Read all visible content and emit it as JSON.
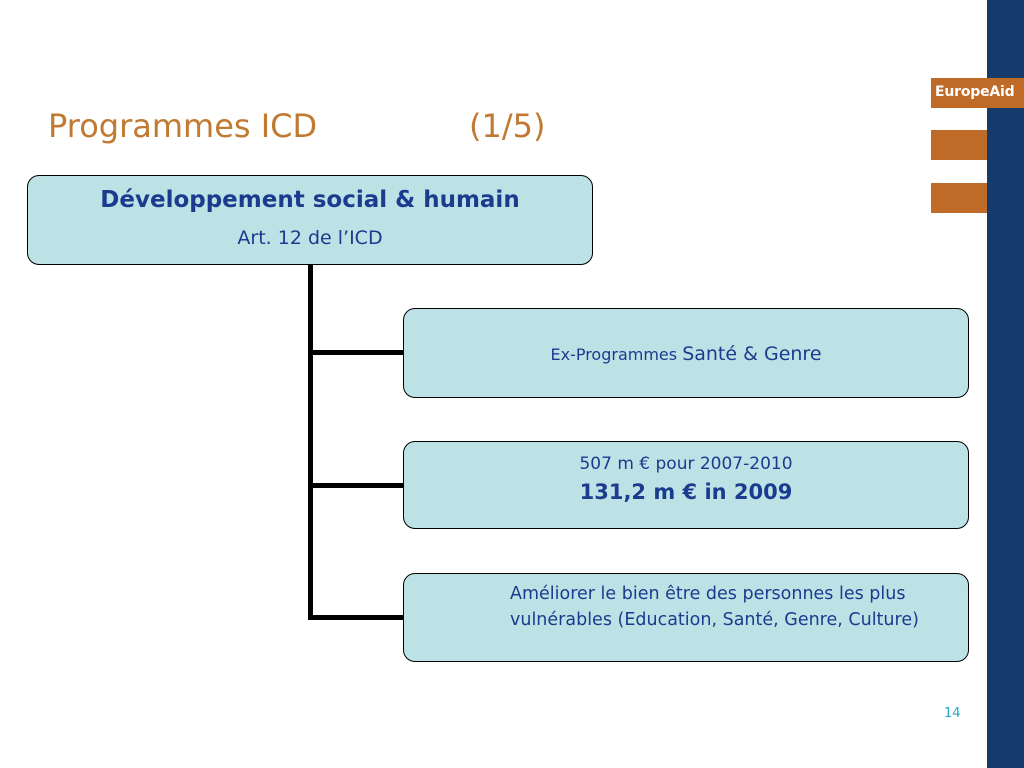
{
  "slide": {
    "title": "Programmes ICD",
    "counter": "(1/5)",
    "page_number": "14"
  },
  "logo": {
    "text": "EuropeAid"
  },
  "main_box": {
    "heading": "Développement social & humain",
    "subheading": "Art. 12 de l’ICD"
  },
  "boxes": [
    {
      "prefix": "Ex-Programmes",
      "main": "Santé & Genre"
    },
    {
      "line1": "507 m € pour 2007-2010",
      "line2": "131,2 m €  in 2009"
    },
    {
      "text": "Améliorer le bien être des personnes les plus vulnérables (Education, Santé, Genre, Culture)"
    }
  ],
  "colors": {
    "accent": "#c06a27",
    "title": "#c07a32",
    "sidebar": "#163a6c",
    "box_fill": "#bde2e6",
    "box_text": "#1a3b8e",
    "page_number": "#2aa6c4"
  }
}
